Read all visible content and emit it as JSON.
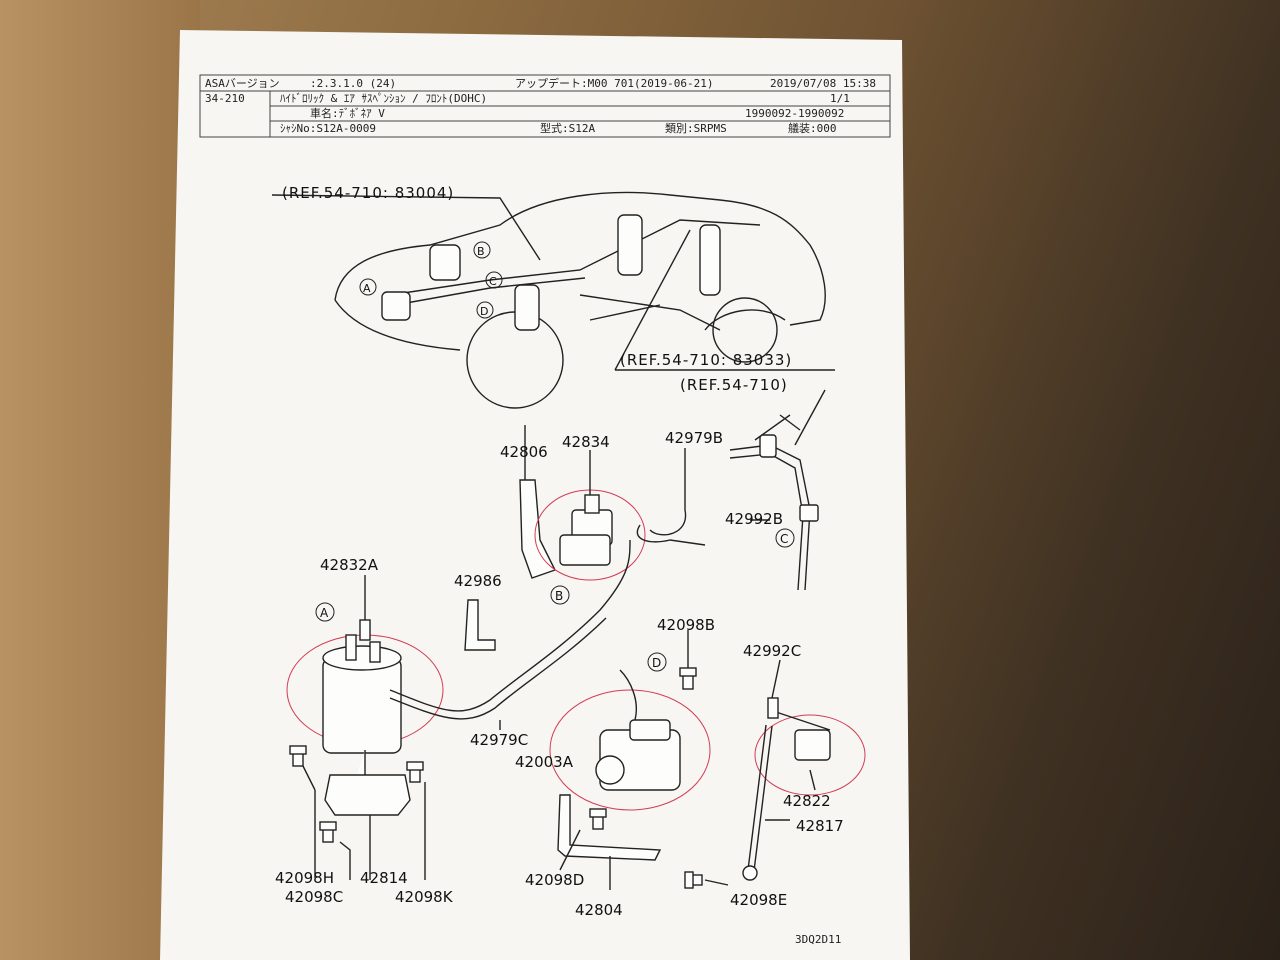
{
  "header": {
    "row1": {
      "version_label": "ASAバージョン",
      "version_value": ":2.3.1.0 (24)",
      "update": "アップデート:M00 701(2019-06-21)",
      "datetime": "2019/07/08  15:38"
    },
    "row2": {
      "section": "34-210",
      "title": "ﾊｲﾄﾞﾛﾘｯｸ & ｴｱ ｻｽﾍﾟﾝｼｮﾝ / ﾌﾛﾝﾄ(DOHC)",
      "page": "1/1"
    },
    "row3": {
      "model": "車名:ﾃﾞﾎﾞﾈｱ V",
      "range": "1990092-1990092"
    },
    "row4": {
      "chassis": "ｼｬｼNo:S12A-0009",
      "type": "型式:S12A",
      "category": "類別:SRPMS",
      "trim": "艤装:000"
    }
  },
  "refs": {
    "ref1": "(REF.54-710: 83004)",
    "ref2": "(REF.54-710: 83033)",
    "ref3": "(REF.54-710)"
  },
  "markers": {
    "a": "A",
    "b": "B",
    "c": "C",
    "d": "D"
  },
  "parts": {
    "p42806": "42806",
    "p42834": "42834",
    "p42979B": "42979B",
    "p42992B": "42992B",
    "p42832A": "42832A",
    "p42986": "42986",
    "p42098B": "42098B",
    "p42992C": "42992C",
    "p42979C": "42979C",
    "p42003A": "42003A",
    "p42822": "42822",
    "p42817": "42817",
    "p42098H": "42098H",
    "p42814": "42814",
    "p42098C": "42098C",
    "p42098K": "42098K",
    "p42098D": "42098D",
    "p42804": "42804",
    "p42098E": "42098E"
  },
  "footer": {
    "code": "3DQ2D11"
  }
}
